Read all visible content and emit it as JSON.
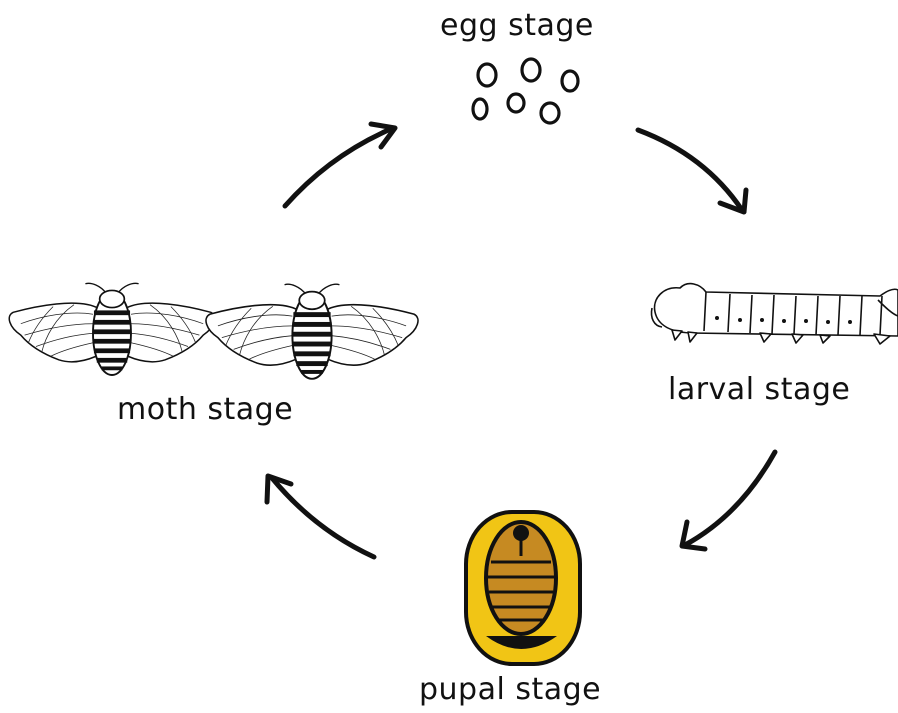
{
  "stages": {
    "egg": "egg stage",
    "larval": "larval stage",
    "pupal": "pupal stage",
    "moth": "moth stage"
  },
  "colors": {
    "ink": "#111111",
    "cocoon": "#f1c515",
    "pupa": "#c68a22",
    "background": "#ffffff"
  }
}
